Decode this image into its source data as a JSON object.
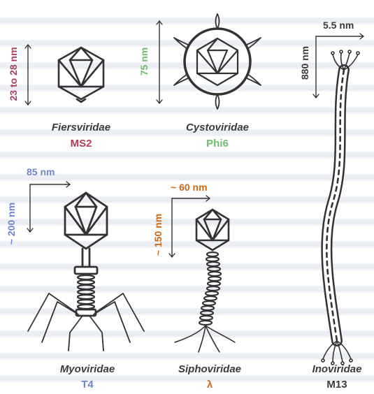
{
  "phages": [
    {
      "family": "Fiersviridae",
      "species": "MS2",
      "size": "23 to 28 nm"
    },
    {
      "family": "Cystoviridae",
      "species": "Phi6",
      "size": "75 nm"
    },
    {
      "family": "Myoviridae",
      "species": "T4",
      "width": "85 nm",
      "length": "~ 200 nm"
    },
    {
      "family": "Siphoviridae",
      "species": "λ",
      "width": "~ 60 nm",
      "length": "~ 150 nm"
    },
    {
      "family": "Inoviridae",
      "species": "M13",
      "width": "5.5 nm",
      "length": "880 nm"
    }
  ],
  "colors": {
    "MS2": "#b23a5a",
    "Phi6": "#6fba6f",
    "T4": "#6f84cf",
    "lambda": "#d06818",
    "M13": "#3a3a3a",
    "outline": "#333333"
  }
}
